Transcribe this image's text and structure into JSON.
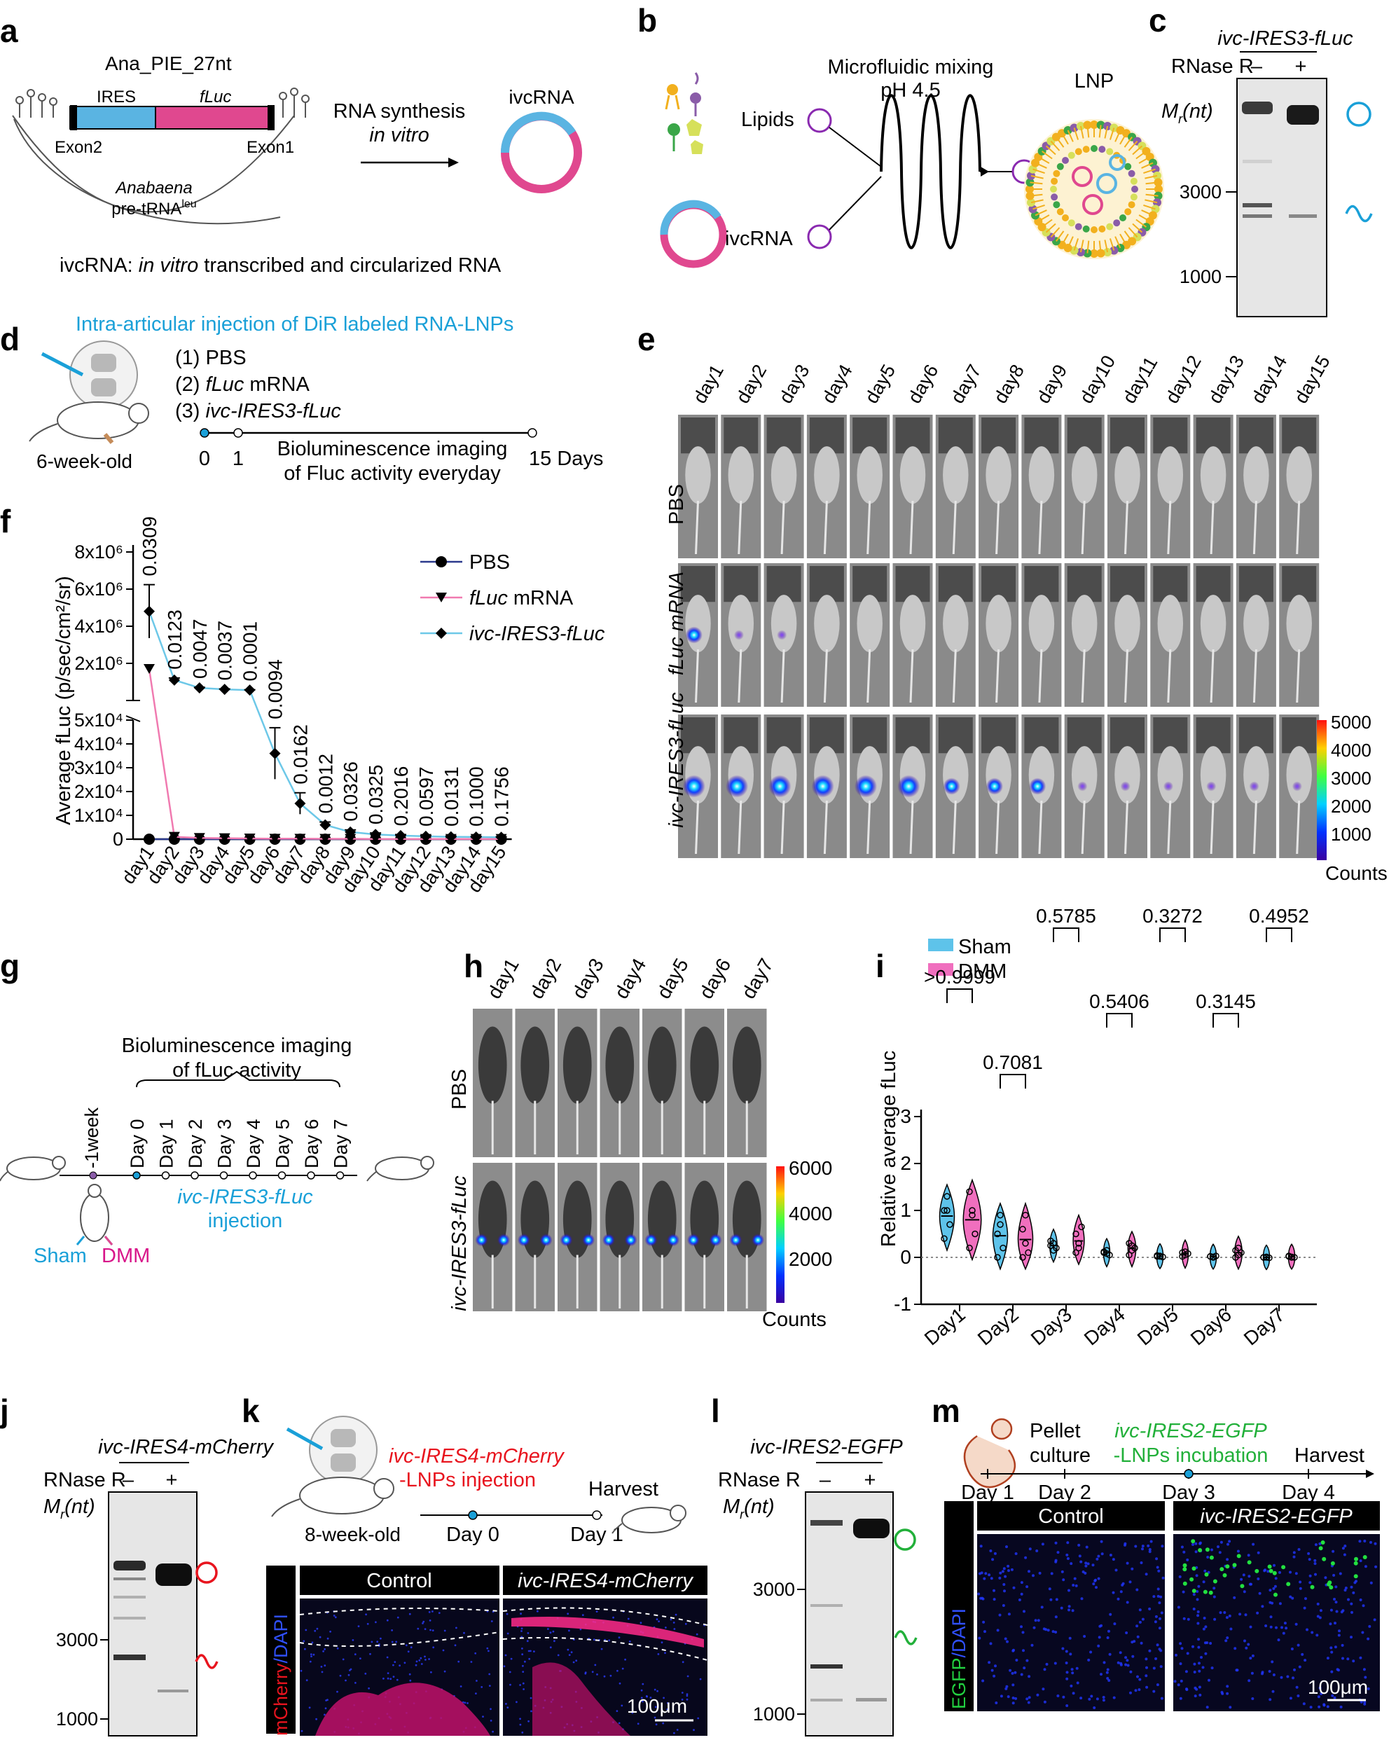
{
  "panels": {
    "a": {
      "label": "a",
      "construct": "Ana_PIE_27nt",
      "ires": "IRES",
      "fluc": "fLuc",
      "exon2": "Exon2",
      "exon1": "Exon1",
      "species": "Anabaena",
      "trna_prefix": "pre-tRNA",
      "trna_sup": "leu",
      "arrow_line1": "RNA synthesis",
      "arrow_line2": "in vitro",
      "product": "ivcRNA",
      "footnote_term": "ivcRNA:",
      "footnote_it": "in vitro",
      "footnote_rest": "transcribed and circularized RNA",
      "colors": {
        "ires": "#5ab4e2",
        "fluc": "#e0488f"
      }
    },
    "b": {
      "label": "b",
      "lipids": "Lipids",
      "ivcrna": "ivcRNA",
      "mixing": "Microfluidic mixing",
      "ph": "pH 4.5",
      "lnp": "LNP"
    },
    "c": {
      "label": "c",
      "title": "ivc-IRES3-fLuc",
      "rnase": "RNase R",
      "minus": "–",
      "plus": "+",
      "mr": "M",
      "mr_sub": "r",
      "mr_unit": "(nt)",
      "ticks": [
        "3000",
        "1000"
      ]
    },
    "d": {
      "label": "d",
      "title": "Intra-articular injection of DiR labeled RNA-LNPs",
      "groups": [
        {
          "num": "(1)",
          "name": "PBS",
          "italic": false,
          "suffix": ""
        },
        {
          "num": "(2)",
          "name": "fLuc",
          "italic": true,
          "suffix": " mRNA"
        },
        {
          "num": "(3)",
          "name": "ivc-IRES3-fLuc",
          "italic": true,
          "suffix": ""
        }
      ],
      "age": "6-week-old",
      "t0": "0",
      "t1": "1",
      "t15": "15 Days",
      "caption1": "Bioluminescence imaging",
      "caption2": "of Fluc activity everyday",
      "title_color": "#1aa0d8"
    },
    "e": {
      "label": "e",
      "days": [
        "day1",
        "day2",
        "day3",
        "day4",
        "day5",
        "day6",
        "day7",
        "day8",
        "day9",
        "day10",
        "day11",
        "day12",
        "day13",
        "day14",
        "day15"
      ],
      "rows": [
        "PBS",
        "fLuc mRNA",
        "ivc-IRES3-fLuc"
      ],
      "scale_ticks": [
        "5000",
        "4000",
        "3000",
        "2000",
        "1000"
      ],
      "scale_title": "Counts"
    },
    "f": {
      "label": "f",
      "ylabel": "Average fLuc (p/sec/cm²/sr)",
      "upper_ticks": [
        "8x10⁶",
        "6x10⁶",
        "4x10⁶",
        "2x10⁶"
      ],
      "lower_ticks": [
        "5x10⁴",
        "4x10⁴",
        "3x10⁴",
        "2x10⁴",
        "1x10⁴",
        "0"
      ],
      "legend": [
        "PBS",
        "fLuc mRNA",
        "ivc-IRES3-fLuc"
      ],
      "pvalues": [
        "0.0309",
        "0.0123",
        "0.0047",
        "0.0037",
        "0.0001",
        "0.0094",
        "0.0162",
        "0.0012",
        "0.0326",
        "0.0325",
        "0.2016",
        "0.0597",
        "0.0131",
        "0.1000",
        "0.1756"
      ]
    },
    "g": {
      "label": "g",
      "caption1": "Bioluminescence imaging",
      "caption2": "of fLuc activity",
      "minus_week": "-1week",
      "days": [
        "Day 0",
        "Day 1",
        "Day 2",
        "Day 3",
        "Day 4",
        "Day 5",
        "Day 6",
        "Day 7"
      ],
      "inj1": "ivc-IRES3-fLuc",
      "inj2": "injection",
      "sham": "Sham",
      "dmm": "DMM"
    },
    "h": {
      "label": "h",
      "days": [
        "day1",
        "day2",
        "day3",
        "day4",
        "day5",
        "day6",
        "day7"
      ],
      "rows": [
        "PBS",
        "ivc-IRES3-fLuc"
      ],
      "scale_ticks": [
        "6000",
        "4000",
        "2000"
      ],
      "scale_title": "Counts"
    },
    "i": {
      "label": "i",
      "legend": [
        "Sham",
        "DMM"
      ],
      "ylabel": "Relative average fLuc",
      "pvalues": [
        ">0.9999",
        "0.7081",
        "0.5785",
        "0.5406",
        "0.3272",
        "0.3145",
        "0.4952"
      ]
    },
    "j": {
      "label": "j",
      "title": "ivc-IRES4-mCherry",
      "rnase": "RNase R",
      "minus": "–",
      "plus": "+",
      "mr": "M",
      "mr_sub": "r",
      "mr_unit": "(nt)",
      "ticks": [
        "3000",
        "1000"
      ]
    },
    "k": {
      "label": "k",
      "inj1": "ivc-IRES4-mCherry",
      "inj2": "-LNPs injection",
      "harvest": "Harvest",
      "age": "8-week-old",
      "day0": "Day 0",
      "day1": "Day 1",
      "control": "Control",
      "treated": "ivc-IRES4-mCherry",
      "stain1": "mCherry",
      "stain2": "/DAPI",
      "scale": "100μm"
    },
    "l": {
      "label": "l",
      "title": "ivc-IRES2-EGFP",
      "rnase": "RNase R",
      "minus": "–",
      "plus": "+",
      "mr": "M",
      "mr_sub": "r",
      "mr_unit": "(nt)",
      "ticks": [
        "3000",
        "1000"
      ]
    },
    "m": {
      "label": "m",
      "pellet1": "Pellet",
      "pellet2": "culture",
      "inc1": "ivc-IRES2-EGFP",
      "inc2": "-LNPs incubation",
      "harvest": "Harvest",
      "days": [
        "Day 1",
        "Day 2",
        "Day 3",
        "Day 4"
      ],
      "control": "Control",
      "treated": "ivc-IRES2-EGFP",
      "stain1": "EGFP",
      "stain2": "/DAPI",
      "scale": "100μm"
    }
  },
  "chart_data": [
    {
      "panel": "f",
      "type": "line",
      "categories": [
        "day1",
        "day2",
        "day3",
        "day4",
        "day5",
        "day6",
        "day7",
        "day8",
        "day9",
        "day10",
        "day11",
        "day12",
        "day13",
        "day14",
        "day15"
      ],
      "ylabel": "Average fLuc (p/sec/cm²/sr)",
      "y_axis": "broken: lower 0–5x10⁴, upper to 8x10⁶",
      "series": [
        {
          "name": "PBS",
          "values": [
            0,
            0,
            0,
            0,
            0,
            0,
            0,
            0,
            0,
            0,
            0,
            0,
            0,
            0,
            0
          ]
        },
        {
          "name": "fLuc mRNA",
          "values": [
            1700000,
            1000,
            500,
            400,
            300,
            200,
            200,
            150,
            150,
            100,
            100,
            100,
            100,
            100,
            100
          ]
        },
        {
          "name": "ivc-IRES3-fLuc",
          "values": [
            4800000,
            1100000,
            680000,
            600000,
            560000,
            36000,
            15000,
            6000,
            3000,
            2000,
            1500,
            1200,
            1000,
            900,
            800
          ]
        }
      ],
      "annotations": [
        "0.0309",
        "0.0123",
        "0.0047",
        "0.0037",
        "0.0001",
        "0.0094",
        "0.0162",
        "0.0012",
        "0.0326",
        "0.0325",
        "0.2016",
        "0.0597",
        "0.0131",
        "0.1000",
        "0.1756"
      ]
    },
    {
      "panel": "i",
      "type": "scatter",
      "categories": [
        "Day1",
        "Day2",
        "Day3",
        "Day4",
        "Day5",
        "Day6",
        "Day7"
      ],
      "ylabel": "Relative average fLuc",
      "ylim": [
        -1,
        3
      ],
      "series": [
        {
          "name": "Sham",
          "points": [
            [
              1.0,
              1.0,
              0.7,
              0.4,
              1.3
            ],
            [
              0.5,
              0.7,
              0.2,
              0.0,
              0.9
            ],
            [
              0.25,
              0.3,
              0.2,
              0.35,
              0.15
            ],
            [
              0.1,
              0.15,
              0.05,
              0.12,
              0.08
            ],
            [
              0.02,
              0.03,
              0.01,
              0.04,
              0.02
            ],
            [
              0.02,
              0.01,
              0.03,
              0.02,
              0.0
            ],
            [
              0.0,
              0.01,
              -0.01,
              0.0,
              0.0
            ]
          ]
        },
        {
          "name": "DMM",
          "points": [
            [
              1.4,
              0.9,
              0.5,
              0.2,
              1.0
            ],
            [
              0.6,
              0.3,
              0.1,
              0.0,
              0.9
            ],
            [
              0.5,
              0.2,
              0.65,
              0.1,
              0.3
            ],
            [
              0.3,
              0.15,
              0.2,
              0.05,
              0.25
            ],
            [
              0.1,
              0.05,
              0.08,
              0.02,
              0.12
            ],
            [
              0.15,
              0.05,
              0.1,
              0.0,
              0.2
            ],
            [
              0.02,
              0.01,
              0.0,
              0.03,
              0.0
            ]
          ]
        }
      ],
      "annotations": [
        ">0.9999",
        "0.7081",
        "0.5785",
        "0.5406",
        "0.3272",
        "0.3145",
        "0.4952"
      ]
    }
  ]
}
